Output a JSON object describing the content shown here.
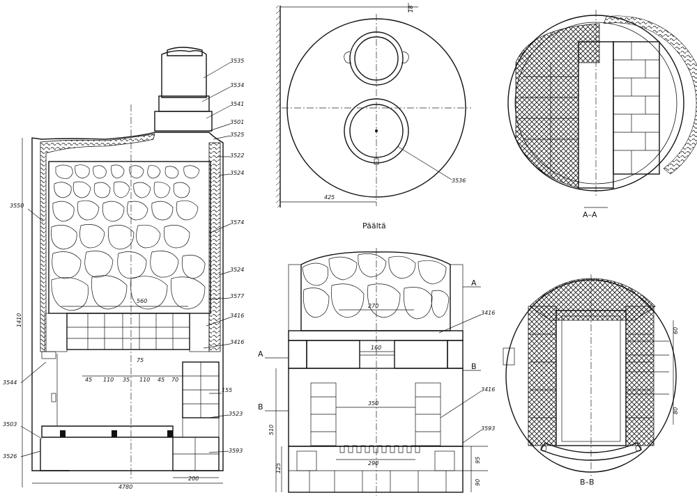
{
  "views": {
    "section": {
      "labels": {
        "l3535": "3535",
        "l3534": "3534",
        "l3541": "3541",
        "l3501": "3501",
        "l3525": "3525",
        "l3522": "3522",
        "l3524a": "3524",
        "l3550": "3550",
        "l3574": "3574",
        "l3524b": "3524",
        "l3577": "3577",
        "l3416a": "3416",
        "l3416b": "3416",
        "l3544": "3544",
        "l3503": "3503",
        "l3526": "3526",
        "l3523": "3523",
        "l3593": "3593"
      },
      "dims": {
        "d560": "560",
        "d75": "75",
        "d45a": "45",
        "d110a": "110",
        "d35": "35",
        "d110b": "110",
        "d45b": "45",
        "d70": "70",
        "d155": "155",
        "d1410": "1410",
        "d4780": "4780",
        "d200": "200"
      }
    },
    "top": {
      "label3536": "3536",
      "dim425": "425",
      "dim18": "18",
      "title": "Päältä"
    },
    "front": {
      "labels": {
        "l3416a": "3416",
        "l3416b": "3416",
        "l3593": "3593"
      },
      "marks": {
        "a": "A",
        "a2": "A",
        "b": "B",
        "b2": "B"
      },
      "dims": {
        "d270": "270",
        "d160": "160",
        "d350": "350",
        "d290": "290",
        "d510": "510",
        "d125": "125",
        "d95": "95",
        "d90": "90"
      }
    },
    "aa": {
      "title": "A–A"
    },
    "bb": {
      "title": "B–B",
      "d60": "60",
      "d80": "80"
    }
  }
}
